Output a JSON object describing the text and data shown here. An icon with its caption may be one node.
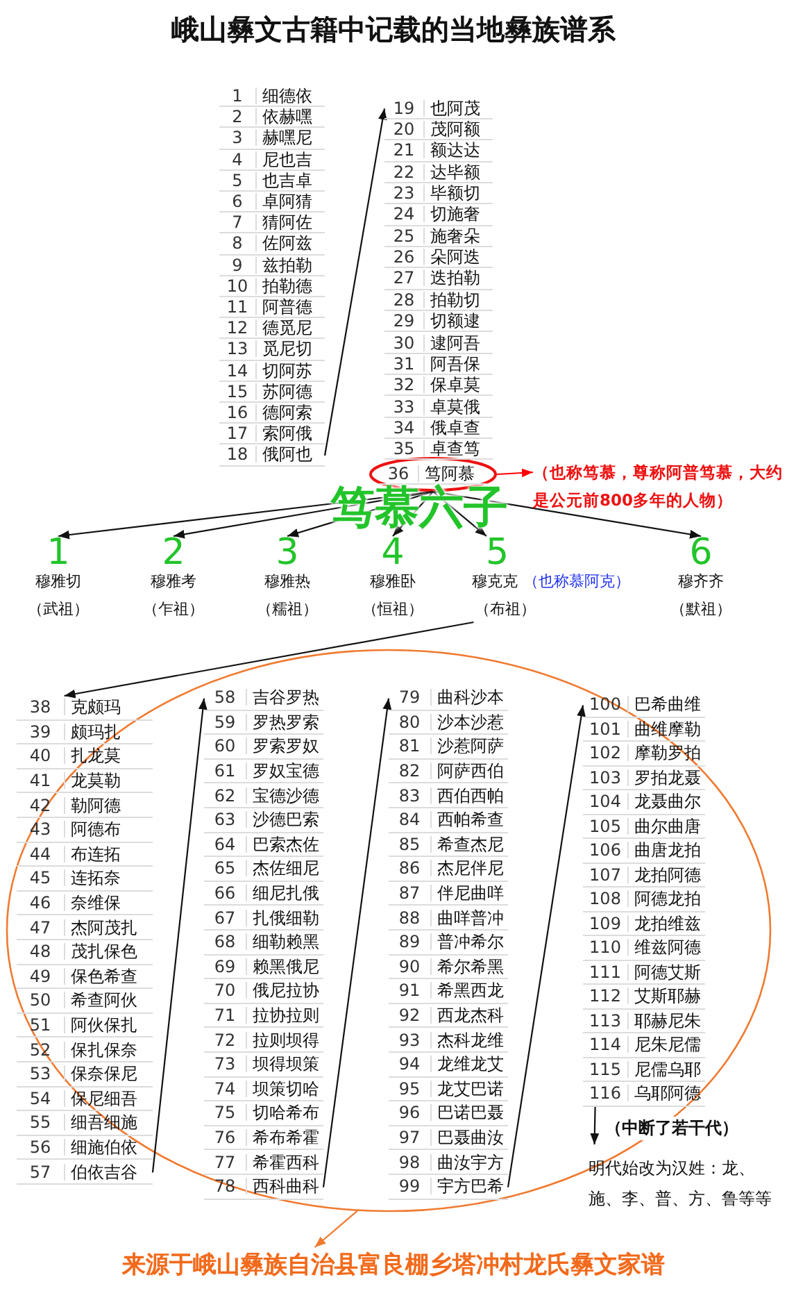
{
  "diagram": {
    "title": "峨山彝文古籍中记载的当地彝族谱系",
    "nodes": [
      {
        "text": [
          "1",
          "细德依"
        ]
      },
      {
        "text": [
          "2",
          "依赫嘿"
        ]
      },
      {
        "text": [
          "3",
          "赫嘿尼"
        ]
      },
      {
        "text": [
          "4",
          "尼也吉"
        ]
      },
      {
        "text": [
          "5",
          "也吉卓"
        ]
      },
      {
        "text": [
          "6",
          "卓阿猜"
        ]
      },
      {
        "text": [
          "7",
          "猜阿佐"
        ]
      },
      {
        "text": [
          "8",
          "佐阿兹"
        ]
      },
      {
        "text": [
          "9",
          "兹拍勒"
        ]
      },
      {
        "text": [
          "10",
          "拍勒德"
        ]
      },
      {
        "text": [
          "11",
          "阿普德"
        ]
      },
      {
        "text": [
          "12",
          "德觅尼"
        ]
      },
      {
        "text": [
          "13",
          "觅尼切"
        ]
      },
      {
        "text": [
          "14",
          "切阿苏"
        ]
      },
      {
        "text": [
          "15",
          "苏阿德"
        ]
      },
      {
        "text": [
          "16",
          "德阿索"
        ]
      },
      {
        "text": [
          "17",
          "索阿俄"
        ]
      },
      {
        "text": [
          "18",
          "俄阿也"
        ]
      },
      {
        "text": [
          "19",
          "也阿茂"
        ]
      },
      {
        "text": [
          "20",
          "茂阿额"
        ]
      },
      {
        "text": [
          "21",
          "额达达"
        ]
      },
      {
        "text": [
          "22",
          "达毕额"
        ]
      },
      {
        "text": [
          "23",
          "毕额切"
        ]
      },
      {
        "text": [
          "24",
          "切施奢"
        ]
      },
      {
        "text": [
          "25",
          "施奢朵"
        ]
      },
      {
        "text": [
          "26",
          "朵阿迭"
        ]
      },
      {
        "text": [
          "27",
          "迭拍勒"
        ]
      },
      {
        "text": [
          "28",
          "拍勒切"
        ]
      },
      {
        "text": [
          "29",
          "切额逮"
        ]
      },
      {
        "text": [
          "30",
          "逮阿吾"
        ]
      },
      {
        "text": [
          "31",
          "阿吾保"
        ]
      },
      {
        "text": [
          "32",
          "保卓莫"
        ]
      },
      {
        "text": [
          "33",
          "卓莫俄"
        ]
      },
      {
        "text": [
          "34",
          "俄卓查"
        ]
      },
      {
        "text": [
          "35",
          "卓查笃"
        ]
      },
      {
        "text": [],
        "shape": "ellipse"
      },
      {
        "text": [
          "36",
          "笃阿慕"
        ],
        "in": 35
      },
      {
        "text": [
          "（也称笃慕，尊称阿普笃慕，大约是公元前800多年的人物）"
        ]
      },
      {
        "text": [
          "1",
          "穆雅切",
          "（武祖）"
        ]
      },
      {
        "text": [
          "2",
          "穆雅考",
          "（乍祖）"
        ]
      },
      {
        "text": [
          "3",
          "穆雅热",
          "（糯祖）"
        ]
      },
      {
        "text": [
          "4",
          "穆雅卧",
          "（恒祖）"
        ]
      },
      {
        "text": [
          "5",
          "穆克克",
          "（也称慕阿克）",
          "（布祖）"
        ]
      },
      {
        "text": [
          "6",
          "穆齐齐",
          "（默祖）"
        ]
      },
      {
        "text": [
          "38",
          "克颇玛"
        ]
      },
      {
        "text": [
          "39",
          "颇玛扎"
        ]
      },
      {
        "text": [
          "40",
          "扎龙莫"
        ]
      },
      {
        "text": [
          "41",
          "龙莫勒"
        ]
      },
      {
        "text": [
          "42",
          "勒阿德"
        ]
      },
      {
        "text": [
          "43",
          "阿德布"
        ]
      },
      {
        "text": [
          "44",
          "布连拓"
        ]
      },
      {
        "text": [
          "45",
          "连拓奈"
        ]
      },
      {
        "text": [
          "46",
          "奈维保"
        ]
      },
      {
        "text": [
          "47",
          "杰阿茂扎"
        ]
      },
      {
        "text": [
          "48",
          "茂扎保色"
        ]
      },
      {
        "text": [
          "49",
          "保色希查"
        ]
      },
      {
        "text": [
          "50",
          "希查阿伙"
        ]
      },
      {
        "text": [
          "51",
          "阿伙保扎"
        ]
      },
      {
        "text": [
          "52",
          "保扎保奈"
        ]
      },
      {
        "text": [
          "53",
          "保奈保尼"
        ]
      },
      {
        "text": [
          "54",
          "保尼细吾"
        ]
      },
      {
        "text": [
          "55",
          "细吾细施"
        ]
      },
      {
        "text": [
          "56",
          "细施伯依"
        ]
      },
      {
        "text": [
          "57",
          "伯依吉谷"
        ]
      },
      {
        "text": [
          "58",
          "吉谷罗热"
        ]
      },
      {
        "text": [
          "59",
          "罗热罗索"
        ]
      },
      {
        "text": [
          "60",
          "罗索罗奴"
        ]
      },
      {
        "text": [
          "61",
          "罗奴宝德"
        ]
      },
      {
        "text": [
          "62",
          "宝德沙德"
        ]
      },
      {
        "text": [
          "63",
          "沙德巴索"
        ]
      },
      {
        "text": [
          "64",
          "巴索杰佐"
        ]
      },
      {
        "text": [
          "65",
          "杰佐细尼"
        ]
      },
      {
        "text": [
          "66",
          "细尼扎俄"
        ]
      },
      {
        "text": [
          "67",
          "扎俄细勒"
        ]
      },
      {
        "text": [
          "68",
          "细勒赖黑"
        ]
      },
      {
        "text": [
          "69",
          "赖黑俄尼"
        ]
      },
      {
        "text": [
          "70",
          "俄尼拉协"
        ]
      },
      {
        "text": [
          "71",
          "拉协拉则"
        ]
      },
      {
        "text": [
          "72",
          "拉则坝得"
        ]
      },
      {
        "text": [
          "73",
          "坝得坝策"
        ]
      },
      {
        "text": [
          "74",
          "坝策切哈"
        ]
      },
      {
        "text": [
          "75",
          "切哈希布"
        ]
      },
      {
        "text": [
          "76",
          "希布希霍"
        ]
      },
      {
        "text": [
          "77",
          "希霍西科"
        ]
      },
      {
        "text": [
          "78",
          "西科曲科"
        ]
      },
      {
        "text": [
          "79",
          "曲科沙本"
        ]
      },
      {
        "text": [
          "80",
          "沙本沙惹"
        ]
      },
      {
        "text": [
          "81",
          "沙惹阿萨"
        ]
      },
      {
        "text": [
          "82",
          "阿萨西伯"
        ]
      },
      {
        "text": [
          "83",
          "西伯西帕"
        ]
      },
      {
        "text": [
          "84",
          "西帕希查"
        ]
      },
      {
        "text": [
          "85",
          "希查杰尼"
        ]
      },
      {
        "text": [
          "86",
          "杰尼伴尼"
        ]
      },
      {
        "text": [
          "87",
          "伴尼曲咩"
        ]
      },
      {
        "text": [
          "88",
          "曲咩普冲"
        ]
      },
      {
        "text": [
          "89",
          "普冲希尔"
        ]
      },
      {
        "text": [
          "90",
          "希尔希黑"
        ]
      },
      {
        "text": [
          "91",
          "希黑西龙"
        ]
      },
      {
        "text": [
          "92",
          "西龙杰科"
        ]
      },
      {
        "text": [
          "93",
          "杰科龙维"
        ]
      },
      {
        "text": [
          "94",
          "龙维龙艾"
        ]
      },
      {
        "text": [
          "95",
          "龙艾巴诺"
        ]
      },
      {
        "text": [
          "96",
          "巴诺巴聂"
        ]
      },
      {
        "text": [
          "97",
          "巴聂曲汝"
        ]
      },
      {
        "text": [
          "98",
          "曲汝宇方"
        ]
      },
      {
        "text": [
          "99",
          "宇方巴希"
        ]
      },
      {
        "text": [
          "100",
          "巴希曲维"
        ]
      },
      {
        "text": [
          "101",
          "曲维摩勒"
        ]
      },
      {
        "text": [
          "102",
          "摩勒罗拍"
        ]
      },
      {
        "text": [
          "103",
          "罗拍龙聂"
        ]
      },
      {
        "text": [
          "104",
          "龙聂曲尔"
        ]
      },
      {
        "text": [
          "105",
          "曲尔曲唐"
        ]
      },
      {
        "text": [
          "106",
          "曲唐龙拍"
        ]
      },
      {
        "text": [
          "107",
          "龙拍阿德"
        ]
      },
      {
        "text": [
          "108",
          "阿德龙拍"
        ]
      },
      {
        "text": [
          "109",
          "龙拍维兹"
        ]
      },
      {
        "text": [
          "110",
          "维兹阿德"
        ]
      },
      {
        "text": [
          "111",
          "阿德艾斯"
        ]
      },
      {
        "text": [
          "112",
          "艾斯耶赫"
        ]
      },
      {
        "text": [
          "113",
          "耶赫尼朱"
        ]
      },
      {
        "text": [
          "114",
          "尼朱尼儒"
        ]
      },
      {
        "text": [
          "115",
          "尼儒乌耶"
        ]
      },
      {
        "text": [
          "116",
          "乌耶阿德"
        ]
      },
      {
        "text": [
          "明代始改为汉姓：龙、施、李、普、方、鲁等等"
        ]
      },
      {
        "text": [
          "来源于峨山彝族自治县富良棚乡塔冲村龙氏彝文家谱"
        ]
      }
    ],
    "edges": [
      {
        "from": 17,
        "to": 18,
        "arrow": "to"
      },
      {
        "from": 35,
        "to": 38,
        "arrow": "to"
      },
      {
        "from": 35,
        "to": 39,
        "arrow": "to"
      },
      {
        "from": 35,
        "to": 40,
        "arrow": "to"
      },
      {
        "from": 35,
        "to": 41,
        "arrow": "to"
      },
      {
        "from": 35,
        "to": 42,
        "arrow": "to"
      },
      {
        "from": 35,
        "to": 43,
        "arrow": "to"
      },
      {
        "from": 35,
        "to": 37,
        "arrow": "to",
        "color": "#ff0000"
      },
      {
        "from": 42,
        "to": 44,
        "arrow": "to"
      },
      {
        "from": 63,
        "to": 64,
        "arrow": "to"
      },
      {
        "from": 84,
        "to": 85,
        "arrow": "to"
      },
      {
        "from": 105,
        "to": 106,
        "arrow": "to"
      },
      {
        "from": 122,
        "to": 123,
        "arrow": "to",
        "label": "（中断了若干代）"
      },
      {
        "from": null,
        "to": 124,
        "arrow": "to",
        "color": "#f07a30"
      }
    ],
    "labels": [
      "笃慕六子"
    ]
  }
}
